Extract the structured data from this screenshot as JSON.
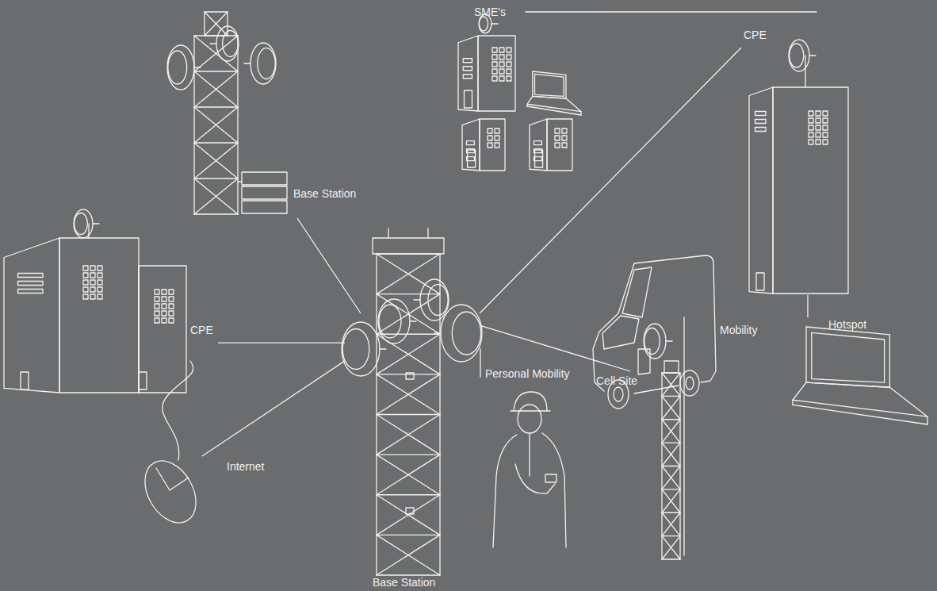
{
  "diagram": {
    "nodes": [
      {
        "text": [
          "Base Station"
        ]
      },
      {
        "text": [
          "CPE"
        ]
      },
      {
        "text": [
          "Internet"
        ]
      },
      {
        "text": [
          "Base Station"
        ]
      },
      {
        "text": [
          "Personal Mobility"
        ]
      },
      {
        "text": [
          "Cell Site"
        ]
      },
      {
        "text": [
          "Mobility"
        ]
      },
      {
        "text": [
          "CPE"
        ]
      },
      {
        "text": [
          "SME's"
        ]
      },
      {
        "text": [
          "Hotspot"
        ]
      }
    ],
    "edges": [
      {
        "from": 3,
        "to": 0,
        "arrow": "none"
      },
      {
        "from": 3,
        "to": 1,
        "arrow": "none"
      },
      {
        "from": 3,
        "to": 2,
        "arrow": "none"
      },
      {
        "from": 3,
        "to": 5,
        "arrow": "none"
      },
      {
        "from": 3,
        "to": 7,
        "arrow": "none"
      },
      {
        "from": 7,
        "to": 9,
        "arrow": "none"
      }
    ]
  }
}
